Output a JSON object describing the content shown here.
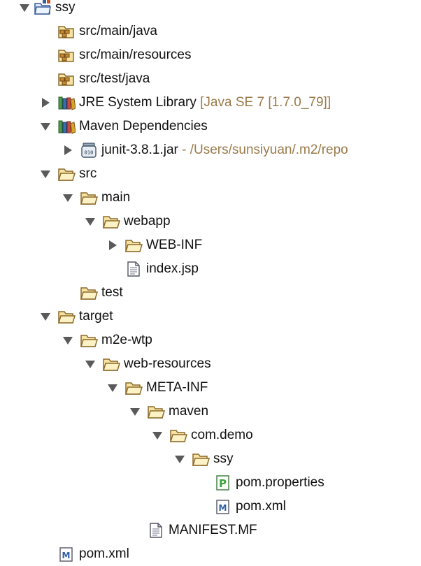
{
  "tree": [
    {
      "label": "ssy",
      "decoration": "",
      "icon": "project-icon",
      "depth": 0,
      "state": "expanded"
    },
    {
      "label": "src/main/java",
      "decoration": "",
      "icon": "package-folder-icon",
      "depth": 1,
      "state": "none"
    },
    {
      "label": "src/main/resources",
      "decoration": "",
      "icon": "package-folder-icon",
      "depth": 1,
      "state": "none"
    },
    {
      "label": "src/test/java",
      "decoration": "",
      "icon": "package-folder-icon",
      "depth": 1,
      "state": "none"
    },
    {
      "label": "JRE System Library",
      "decoration": " [Java SE 7 [1.7.0_79]]",
      "icon": "library-icon",
      "depth": 1,
      "state": "collapsed"
    },
    {
      "label": "Maven Dependencies",
      "decoration": "",
      "icon": "library-icon",
      "depth": 1,
      "state": "expanded"
    },
    {
      "label": "junit-3.8.1.jar",
      "decoration": " - /Users/sunsiyuan/.m2/repo",
      "icon": "jar-icon",
      "depth": 2,
      "state": "collapsed"
    },
    {
      "label": "src",
      "decoration": "",
      "icon": "folder-open-icon",
      "depth": 1,
      "state": "expanded"
    },
    {
      "label": "main",
      "decoration": "",
      "icon": "folder-open-icon",
      "depth": 2,
      "state": "expanded"
    },
    {
      "label": "webapp",
      "decoration": "",
      "icon": "folder-open-icon",
      "depth": 3,
      "state": "expanded"
    },
    {
      "label": "WEB-INF",
      "decoration": "",
      "icon": "folder-open-icon",
      "depth": 4,
      "state": "collapsed"
    },
    {
      "label": "index.jsp",
      "decoration": "",
      "icon": "text-file-icon",
      "depth": 4,
      "state": "none"
    },
    {
      "label": "test",
      "decoration": "",
      "icon": "folder-open-icon",
      "depth": 2,
      "state": "none"
    },
    {
      "label": "target",
      "decoration": "",
      "icon": "folder-open-icon",
      "depth": 1,
      "state": "expanded"
    },
    {
      "label": "m2e-wtp",
      "decoration": "",
      "icon": "folder-open-icon",
      "depth": 2,
      "state": "expanded"
    },
    {
      "label": "web-resources",
      "decoration": "",
      "icon": "folder-open-icon",
      "depth": 3,
      "state": "expanded"
    },
    {
      "label": "META-INF",
      "decoration": "",
      "icon": "folder-open-icon",
      "depth": 4,
      "state": "expanded"
    },
    {
      "label": "maven",
      "decoration": "",
      "icon": "folder-open-icon",
      "depth": 5,
      "state": "expanded"
    },
    {
      "label": "com.demo",
      "decoration": "",
      "icon": "folder-open-icon",
      "depth": 6,
      "state": "expanded"
    },
    {
      "label": "ssy",
      "decoration": "",
      "icon": "folder-open-icon",
      "depth": 7,
      "state": "expanded"
    },
    {
      "label": "pom.properties",
      "decoration": "",
      "icon": "properties-file-icon",
      "depth": 8,
      "state": "none"
    },
    {
      "label": "pom.xml",
      "decoration": "",
      "icon": "maven-pom-icon",
      "depth": 8,
      "state": "none"
    },
    {
      "label": "MANIFEST.MF",
      "decoration": "",
      "icon": "text-file-icon",
      "depth": 5,
      "state": "none"
    },
    {
      "label": "pom.xml",
      "decoration": "",
      "icon": "maven-pom-icon",
      "depth": 1,
      "state": "none"
    }
  ],
  "colors": {
    "folder_fill": "#f7e3a1",
    "folder_stroke": "#8b6a2b",
    "decoration_text": "#9a7a4a",
    "twisty": "#5a5a5a",
    "properties_green": "#3aa33a",
    "maven_blue": "#2f5fa8"
  }
}
